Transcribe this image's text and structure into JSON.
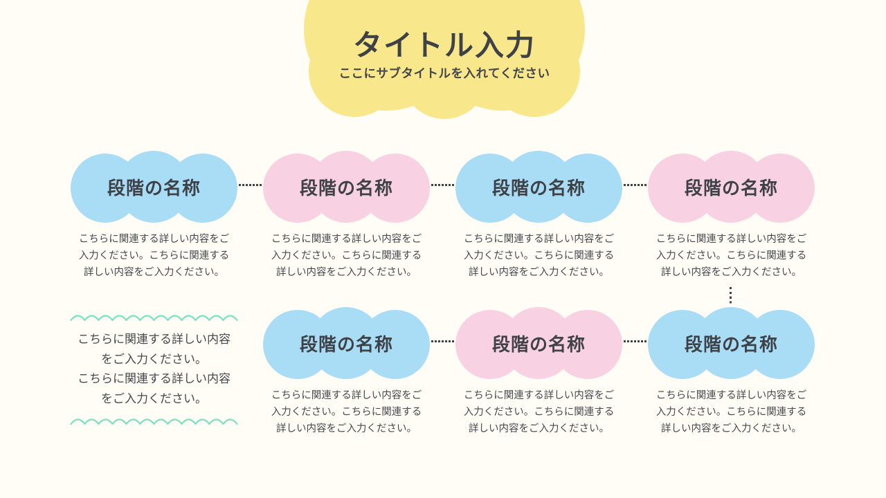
{
  "header": {
    "title": "タイトル入力",
    "subtitle": "ここにサブタイトルを入れてください",
    "cloud_color": "#F9E78C"
  },
  "stages": [
    {
      "label": "段階の名称",
      "color": "#A9DDF6",
      "desc_lines": [
        "こちらに関連する詳しい内容をご",
        "入力ください。こちらに関連する",
        "詳しい内容をご入力ください。"
      ]
    },
    {
      "label": "段階の名称",
      "color": "#F8D2E3",
      "desc_lines": [
        "こちらに関連する詳しい内容をご",
        "入力ください。こちらに関連する",
        "詳しい内容をご入力ください。"
      ]
    },
    {
      "label": "段階の名称",
      "color": "#A9DDF6",
      "desc_lines": [
        "こちらに関連する詳しい内容をご",
        "入力ください。こちらに関連する",
        "詳しい内容をご入力ください。"
      ]
    },
    {
      "label": "段階の名称",
      "color": "#F8D2E3",
      "desc_lines": [
        "こちらに関連する詳しい内容をご",
        "入力ください。こちらに関連する",
        "詳しい内容をご入力ください。"
      ]
    },
    {
      "label": "段階の名称",
      "color": "#A9DDF6",
      "desc_lines": [
        "こちらに関連する詳しい内容をご",
        "入力ください。こちらに関連する",
        "詳しい内容をご入力ください。"
      ]
    },
    {
      "label": "段階の名称",
      "color": "#F8D2E3",
      "desc_lines": [
        "こちらに関連する詳しい内容をご",
        "入力ください。こちらに関連する",
        "詳しい内容をご入力ください。"
      ]
    },
    {
      "label": "段階の名称",
      "color": "#A9DDF6",
      "desc_lines": [
        "こちらに関連する詳しい内容をご",
        "入力ください。こちらに関連する",
        "詳しい内容をご入力ください。"
      ]
    }
  ],
  "note": {
    "wave_color": "#7CE0C3",
    "lines": [
      "こちらに関連する詳しい内容",
      "をご入力ください。",
      "こちらに関連する詳しい内容",
      "をご入力ください。"
    ]
  },
  "colors": {
    "background": "#FFFDF6",
    "cloud_yellow": "#F9E78C",
    "cloud_blue": "#A9DDF6",
    "cloud_pink": "#F8D2E3",
    "wave_mint": "#7CE0C3",
    "text_dark": "#3E4247",
    "text_body": "#45484D",
    "connector_dots": "#3E4247"
  }
}
